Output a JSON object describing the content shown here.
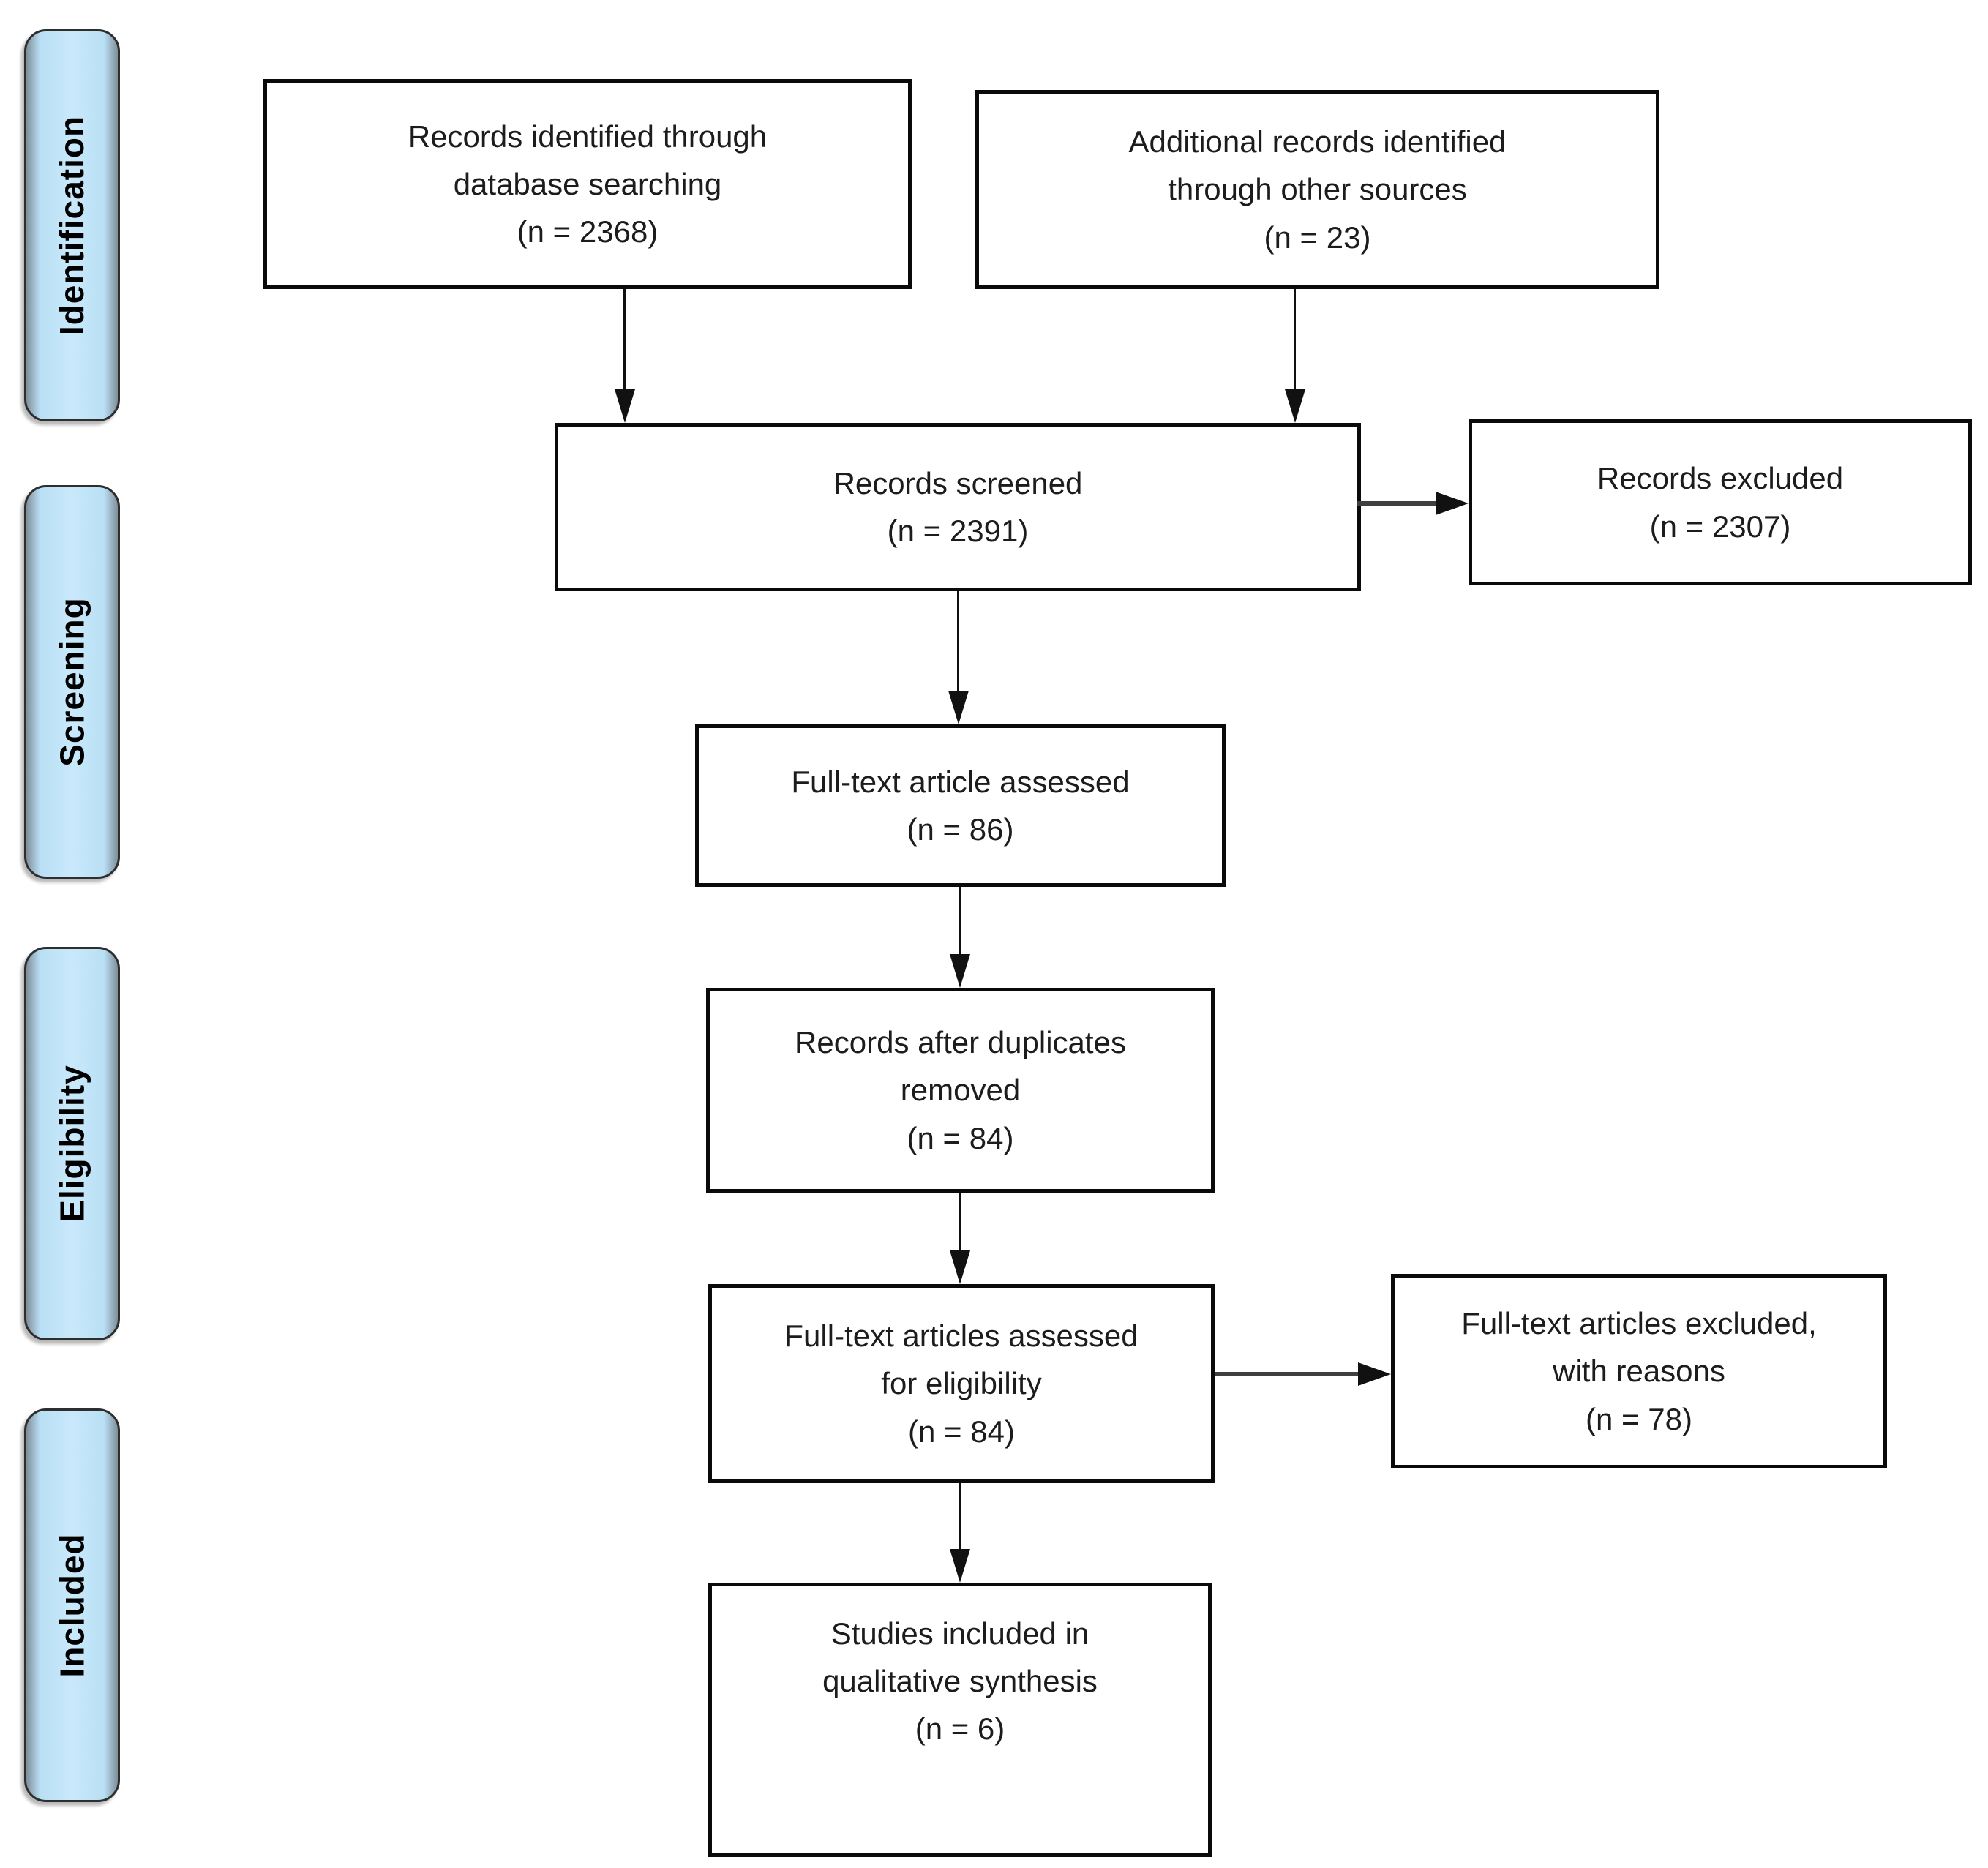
{
  "figure": {
    "type": "prisma-flow-diagram",
    "colors": {
      "background": "#ffffff",
      "stage_fill": "#c9e9fb",
      "stage_fill_edge": "#b9dff4",
      "stage_bevel": "#7f8e99",
      "stage_border": "#2e2e2e",
      "node_border": "#0a0a0a",
      "node_fill": "#ffffff",
      "text": "#1c1c1c",
      "arrow": "#111111"
    },
    "stages": [
      {
        "id": "identification",
        "label": "Identification"
      },
      {
        "id": "screening",
        "label": "Screening"
      },
      {
        "id": "eligibility",
        "label": "Eligibility"
      },
      {
        "id": "included",
        "label": "Included"
      }
    ],
    "boxes": [
      {
        "id": "records-identified",
        "n": 2368,
        "lines": [
          "Records identified through",
          "database searching",
          "(n = 2368)"
        ]
      },
      {
        "id": "additional-records",
        "n": 23,
        "lines": [
          "Additional records identified",
          "through other sources",
          "(n = 23)"
        ]
      },
      {
        "id": "records-screened",
        "n": 2391,
        "lines": [
          "Records screened",
          "(n = 2391)"
        ]
      },
      {
        "id": "records-excluded",
        "n": 2307,
        "lines": [
          "Records excluded",
          "(n = 2307)"
        ]
      },
      {
        "id": "fulltext-assessed",
        "n": 86,
        "lines": [
          "Full-text article assessed",
          "(n = 86)"
        ]
      },
      {
        "id": "duplicates-removed",
        "n": 84,
        "lines": [
          "Records after duplicates",
          "removed",
          "(n = 84)"
        ]
      },
      {
        "id": "fulltext-eligibility",
        "n": 84,
        "lines": [
          "Full-text articles assessed",
          "for eligibility",
          "(n = 84)"
        ]
      },
      {
        "id": "fulltext-excluded",
        "n": 78,
        "lines": [
          "Full-text articles excluded,",
          "with reasons",
          "(n = 78)"
        ]
      },
      {
        "id": "studies-included",
        "n": 6,
        "lines": [
          "Studies included in",
          "qualitative synthesis",
          "(n = 6)"
        ]
      }
    ],
    "edges": [
      {
        "from": "records-identified",
        "to": "records-screened"
      },
      {
        "from": "additional-records",
        "to": "records-screened"
      },
      {
        "from": "records-screened",
        "to": "records-excluded"
      },
      {
        "from": "records-screened",
        "to": "fulltext-assessed"
      },
      {
        "from": "fulltext-assessed",
        "to": "duplicates-removed"
      },
      {
        "from": "duplicates-removed",
        "to": "fulltext-eligibility"
      },
      {
        "from": "fulltext-eligibility",
        "to": "fulltext-excluded"
      },
      {
        "from": "fulltext-eligibility",
        "to": "studies-included"
      }
    ]
  }
}
